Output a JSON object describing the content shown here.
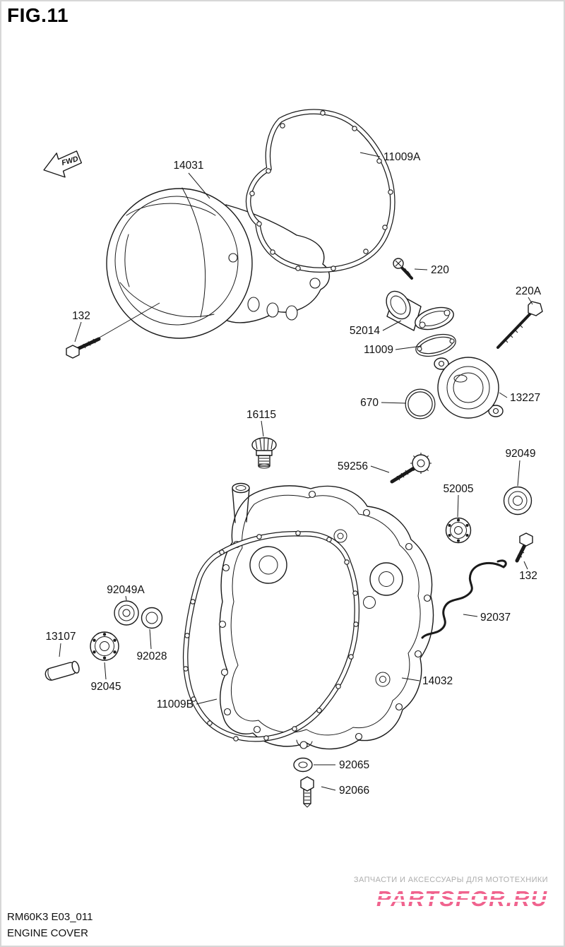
{
  "page": {
    "figure": "FIG.11",
    "model_code": "RM60K3 E03_011",
    "figure_name": "ENGINE COVER",
    "fwd": "FWD"
  },
  "watermark": {
    "tagline": "ЗАПЧАСТИ И АКСЕССУАРЫ ДЛЯ МОТОТЕХНИКИ",
    "brand": "PARTSFOR.RU",
    "brand_color": "#f0638e",
    "tagline_color": "#adadad"
  },
  "diagram": {
    "line_color": "#1a1a1a",
    "labels": {
      "l14031": "14031",
      "l11009a": "11009A",
      "l220": "220",
      "l220a": "220A",
      "l132_left": "132",
      "l52014": "52014",
      "l11009": "11009",
      "l670": "670",
      "l13227": "13227",
      "l16115": "16115",
      "l59256": "59256",
      "l52005": "52005",
      "l92049": "92049",
      "l132_right": "132",
      "l92037": "92037",
      "l14032": "14032",
      "l11009b": "11009B",
      "l92049a": "92049A",
      "l92028": "92028",
      "l13107": "13107",
      "l92045": "92045",
      "l92065": "92065",
      "l92066": "92066"
    }
  }
}
